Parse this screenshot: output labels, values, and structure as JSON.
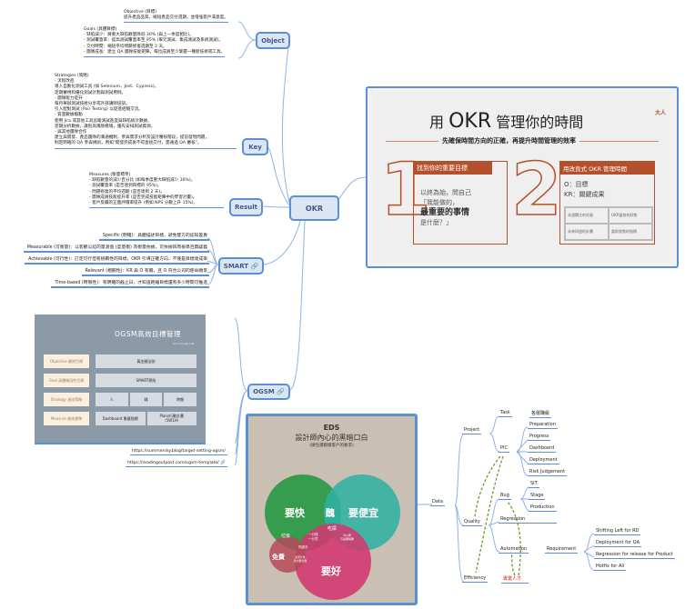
{
  "center": {
    "label": "OKR"
  },
  "object": {
    "label": "Object",
    "objective": "Objective (目標)\n提升產品品質，縮短產品交付週期，並增強客戶滿意度。",
    "goals": "Goals (具體目標)\n- 缺陷減少：將重大缺陷數量降低 30% (與上一季度相比)。\n- 測試覆蓋率：提高測試覆蓋率至 95% (單元測試、集成測試及系統測試)。\n- 交付時間：縮短平均問題修復週期至 2 天。\n- 團隊成長：建立 QA 團隊技能矩陣，每位成員至少掌握一種新技術或工具。"
  },
  "key": {
    "label": "Key",
    "strategies": "Strategies (策略)\n- 流程改進\n導入自動化測試工具 (如 Selenium、Jest、Cypress)。\n定期審視和優化測試計劃與測試用例。\n- 團隊能力提升\n每月舉辦測試技術分享或外部講師培訓。\n引入配對測試 (Pair Testing) 以促進經驗交流。\n- 質量數據驅動\n使用 Jira 或其他工具追蹤測試進度與缺陷統計數據。\n定期分析數據，識別高風險模塊，優先安排測試資源。\n- 與其他團隊合作\n建立與開發、產品團隊的溝通機制，參與需求分析及設計審核階段，提前發現問題。\n制定明確的 QA 參與規則，例如\"開發完成後不得直接交付，需通過 QA 審核\"。"
  },
  "result": {
    "label": "Result",
    "measures": "Measures (衡量標準)\n- 缺陷數量的減少百分比 (如每季度重大缺陷減少 30%)。\n- 測試覆蓋率 (是否達到目標的 95%)。\n- 問題修復的平均週期 (是否達到 2 天)。\n- 團隊成員技能提升率 (是否完成技能矩陣中的學習計畫)。\n- 客戶反饋的正面評價率提升 (例如 NPS 分數上升 15%)。"
  },
  "smart": {
    "label": "SMART",
    "items": [
      "Specific (明確)：具體描述目標，避免雙方的認知差異",
      "Measurable (可衡量)：以客觀公認的量測值 (度量衡) 為衡量依據，可依據四周檢準且無疑義",
      "Achievable (可行性)：訂定可行但有挑戰性的目標，OKR 引導正確方向，不僅是目標達成率",
      "Relevant (相關性)：KR 與 O 有關，且 O 符合公司的使命願景",
      "Time-based (時限性)：有明確的截止日，才知道距離目標還有多少時間可推進"
    ]
  },
  "okr_image": {
    "title_pre": "用",
    "title_big": "OKR",
    "title_post": "管理你的時間",
    "subtitle": "先確保時間方向的正確，再提升時間管理的效率",
    "step1_num": "1",
    "step1_head": "找到你的重要目標",
    "step1_l1": "以終為始，問自己",
    "step1_l2": "「我能做的，",
    "step1_l3": "最重要的事情",
    "step1_l4": "是什麼？」",
    "step2_num": "2",
    "step2_head": "用改良式 OKR 管理時間",
    "o": "O：目標",
    "kr": "KR：關鍵成果",
    "grid": [
      "本週關注的任務",
      "OKR當前的狀態",
      "未來四週的計畫",
      "當前狀態的指標"
    ],
    "logo": "大人"
  },
  "ogsm": {
    "label": "OGSM",
    "image": {
      "title": "OGSM高效目標管理",
      "credit": "KY's Simple Life",
      "rows": [
        {
          "k": "Objective  最終目標",
          "v": [
            "黃金圈法則"
          ]
        },
        {
          "k": "Goal  具體階段性目標",
          "v": [
            "SMART原則"
          ]
        },
        {
          "k": "Strategy  達成策略",
          "v": [
            "人",
            "錢",
            "時間"
          ]
        },
        {
          "k": "Measure  檢核標準",
          "v": [
            "Dashboard 衡量指標",
            "Plans行動計畫\n（5W1H）"
          ]
        }
      ]
    },
    "links": [
      "https://summersky.blog/target-setting-ogsm/",
      "https://readingoutpost.com/ogsm-template/"
    ]
  },
  "eds": {
    "title": "EDS",
    "subtitle": "設計師內心的黑暗口白",
    "note": "(請任選兩樣客戶的要求)",
    "fast": "要快",
    "cheap": "要便宜",
    "good": "要好",
    "ugly": "醜",
    "free": "免費",
    "trash": "垃圾",
    "loss": "吃屎",
    "onepenny": "一分錢\n一分貨",
    "center": "同過去",
    "mid1": "可以再\n可是要等喔",
    "mid2": "如果什麼\n我也要免費"
  },
  "data": {
    "label": "Data",
    "project": "Project",
    "task": "Task",
    "task_child": "各層職級",
    "pic": "PIC",
    "pic_children": [
      "Preparation",
      "Progress",
      "Dashboard",
      "Deployment",
      "Risk Judgement"
    ],
    "quality": "Quality",
    "bug": "Bug",
    "bug_children": [
      "SIT",
      "Stage",
      "Production"
    ],
    "regression": "Regression",
    "automation": "Automation",
    "requirement": "Requirement",
    "req_children": [
      "Shifting Left for RD",
      "Deployment for QA",
      "Regression for release for Product",
      "Hotfix for All"
    ],
    "efficiency": "Efficiency",
    "talent": "專業人才"
  },
  "colors": {
    "accent": "#5b8fd6",
    "node_fill": "#dce6f3",
    "okr_brand": "#b5502c",
    "dashed_arrow": "#6f9a2f",
    "talent": "#e02020"
  }
}
